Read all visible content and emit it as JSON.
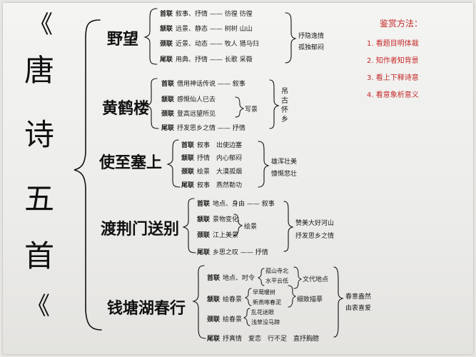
{
  "title": {
    "open": "《",
    "chars": [
      "唐",
      "诗",
      "五",
      "首"
    ],
    "close": "》"
  },
  "poems": [
    {
      "name": "野望",
      "lines": [
        {
          "label": "首联",
          "content": "叙事、抒情 —— 彷徨 彷徨"
        },
        {
          "label": "颔联",
          "content": "远景、静态 —— 树树 山山"
        },
        {
          "label": "颈联",
          "content": "近景、动态 —— 牧人 猎马归"
        },
        {
          "label": "尾联",
          "content": "用典、抒情 —— 长歌 采薇"
        }
      ],
      "notes": [
        "抒隐逸情",
        "孤独郁闷"
      ]
    },
    {
      "name": "黄鹤楼",
      "lines": [
        {
          "label": "首联",
          "content": "借用神话传说 —— 叙事"
        },
        {
          "label": "颔联",
          "content": "感慨仙人已去"
        },
        {
          "label": "颈联",
          "content": "登高远望所见"
        },
        {
          "label": "尾联",
          "content": "抒发思乡之情 —— 抒情"
        }
      ],
      "inner_note": "写景",
      "notes": [
        "吊古怀乡"
      ]
    },
    {
      "name": "使至塞上",
      "lines": [
        {
          "label": "首联",
          "content": "叙事　出使边塞"
        },
        {
          "label": "颔联",
          "content": "抒情　内心郁闷"
        },
        {
          "label": "颈联",
          "content": "绘景　大漠孤烟"
        },
        {
          "label": "尾联",
          "content": "叙事　燕然勒功"
        }
      ],
      "notes": [
        "雄浑壮美",
        "慷慨悲壮"
      ]
    },
    {
      "name": "渡荆门送别",
      "lines": [
        {
          "label": "首联",
          "content": "地点、身由 —— 叙事"
        },
        {
          "label": "颔联",
          "content": "景物变化"
        },
        {
          "label": "颈联",
          "content": "江上美景"
        },
        {
          "label": "尾联",
          "content": "乡思之叹 —— 抒情"
        }
      ],
      "inner_note": "绘景",
      "notes": [
        "赞美大好河山",
        "抒发思乡之情"
      ]
    },
    {
      "name": "钱塘湖春行",
      "lines": [
        {
          "label": "首联",
          "content": "地点、时令",
          "sub": [
            "孤山寺北",
            "水平云低"
          ],
          "tail": "文代地点"
        },
        {
          "label": "颔联",
          "content": "绘春景",
          "sub": [
            "早莺暖树",
            "新燕啄春泥"
          ],
          "tail": "细致描摹"
        },
        {
          "label": "颈联",
          "content": "绘春景",
          "sub": [
            "乱花迷眼",
            "浅草没马蹄"
          ]
        },
        {
          "label": "尾联",
          "content": "抒真情　爱恋　行不足　直抒胸臆"
        }
      ],
      "notes": [
        "春意盎然",
        "由衷喜爱"
      ]
    }
  ],
  "side_notes": {
    "title": "鉴赏方法：",
    "items": [
      "1. 看题目明体裁",
      "2. 知作者知背景",
      "3. 看上下释诗意",
      "4. 看意象析意义"
    ]
  },
  "colors": {
    "ink": "#111111",
    "red_ink": "#c42a2a",
    "paper": "#f1f1ef"
  }
}
